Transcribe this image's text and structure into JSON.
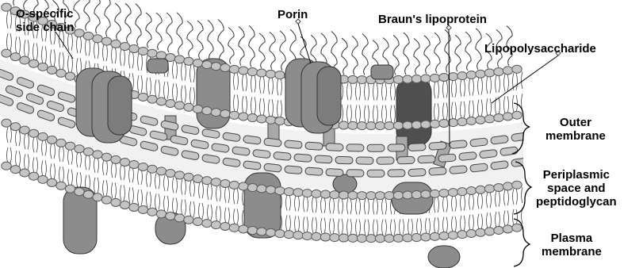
{
  "labels": {
    "o_specific": "O-specific\nside chain",
    "porin": "Porin",
    "brauns": "Braun's lipoprotein",
    "lps": "Lipopolysaccharide",
    "outer": "Outer\nmembrane",
    "periplasmic": "Periplasmic\nspace and\npeptidoglycan",
    "plasma": "Plasma\nmembrane"
  },
  "colors": {
    "lipid_head": "#c4c4c4",
    "lipid_outline": "#5a5a5a",
    "protein": "#8c8c8c",
    "protein_dark": "#4f4f4f",
    "periplasm": "#f1f1f1"
  }
}
